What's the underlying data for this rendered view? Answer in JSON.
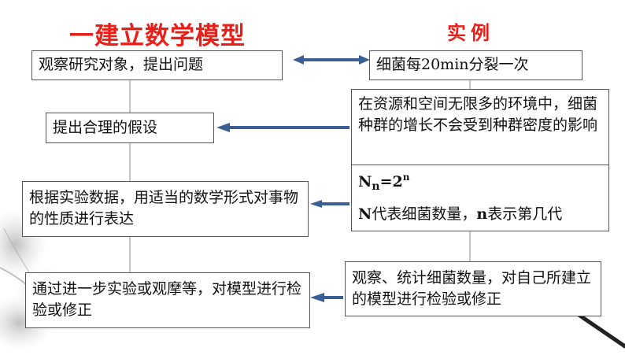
{
  "titles": {
    "left": "一建立数学模型",
    "right": "实例"
  },
  "steps": [
    "观察研究对象，提出问题",
    "提出合理的假设",
    "根据实验数据，用适当的数学形式对事物的性质进行表达",
    "通过进一步实验或观摩等，对模型进行检验或修正"
  ],
  "example": {
    "observation": "细菌每20min分裂一次",
    "assumption": "在资源和空间无限多的环境中，细菌种群的增长不会受到种群密度的影响",
    "formula": {
      "lhs_base": "N",
      "lhs_sub": "n",
      "equals": "=2",
      "exp": "n"
    },
    "legend": {
      "n1": "N",
      "t1": "代表细菌数量，",
      "n2": "n",
      "t2": "表示第几代"
    },
    "verification": "观察、统计细菌数量，对自己所建立的模型进行检验或修正"
  },
  "colors": {
    "title": "#e8201a",
    "arrow": "#3a5f95",
    "border": "#555555"
  }
}
